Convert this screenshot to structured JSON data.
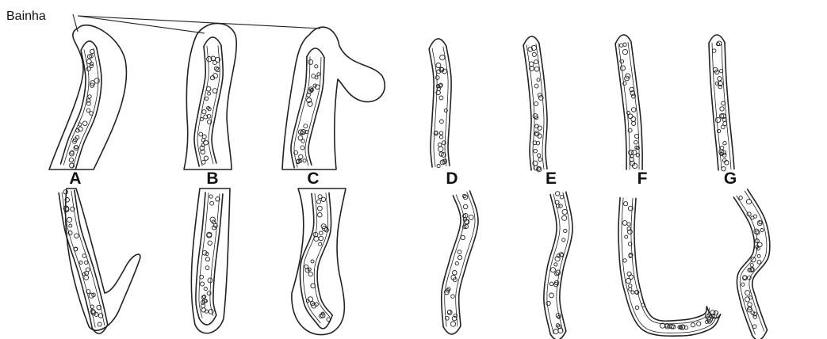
{
  "figure": {
    "sheath_label": "Bainha",
    "specimens": [
      {
        "letter": "A",
        "has_sheath": true
      },
      {
        "letter": "B",
        "has_sheath": true
      },
      {
        "letter": "C",
        "has_sheath": true
      },
      {
        "letter": "D",
        "has_sheath": false
      },
      {
        "letter": "E",
        "has_sheath": false
      },
      {
        "letter": "F",
        "has_sheath": false
      },
      {
        "letter": "G",
        "has_sheath": false
      }
    ]
  }
}
